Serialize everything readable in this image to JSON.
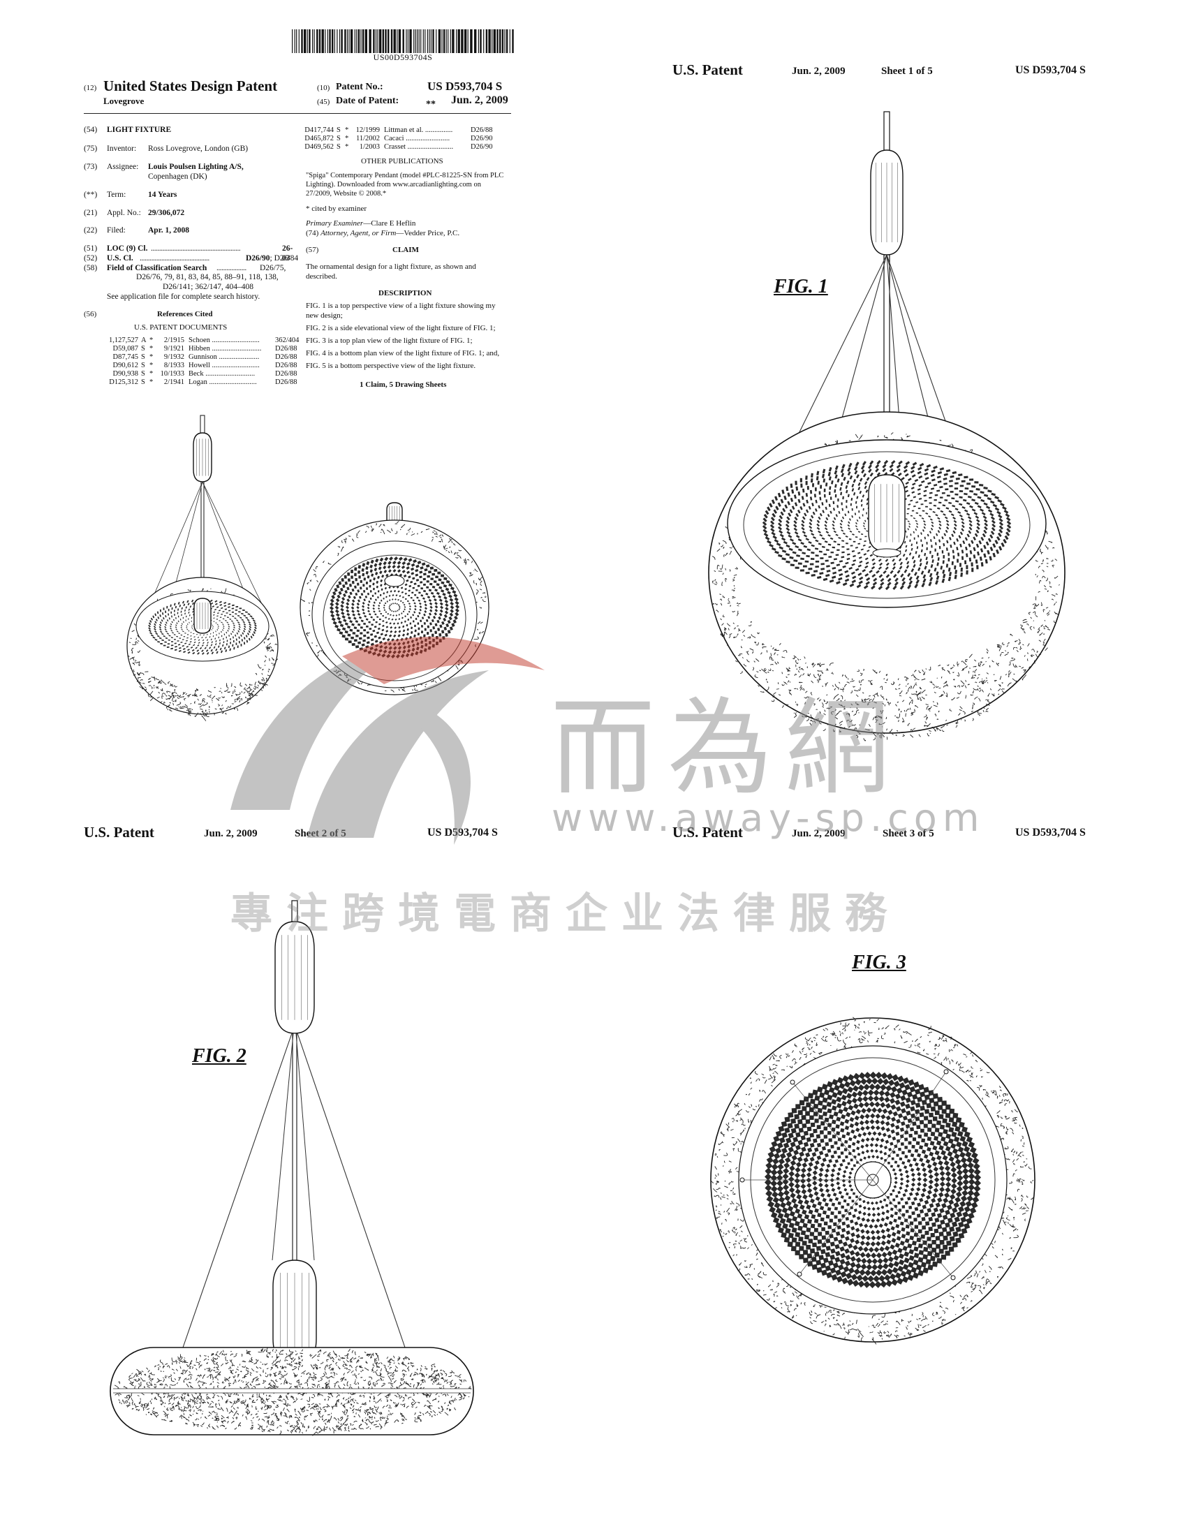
{
  "front": {
    "barcode_text": "US00D593704S",
    "code_12": "(12)",
    "doc_type": "United States Design Patent",
    "inventor_name_header": "Lovegrove",
    "code_10": "(10)",
    "patent_no_label": "Patent No.:",
    "patent_no": "US D593,704 S",
    "code_45": "(45)",
    "date_label": "Date of Patent:",
    "date_stars": "**",
    "date": "Jun. 2, 2009",
    "bib": [
      {
        "code": "(54)",
        "label": "",
        "value": "LIGHT FIXTURE"
      },
      {
        "code": "(75)",
        "label": "Inventor:",
        "value": "Ross Lovegrove, London (GB)"
      },
      {
        "code": "(73)",
        "label": "Assignee:",
        "value": "Louis Poulsen Lighting A/S,",
        "value2": "Copenhagen (DK)"
      },
      {
        "code": "(**)",
        "label": "Term:",
        "value": "14 Years"
      },
      {
        "code": "(21)",
        "label": "Appl. No.:",
        "value": "29/306,072"
      },
      {
        "code": "(22)",
        "label": "Filed:",
        "value": "Apr. 1, 2008"
      }
    ],
    "loc_code": "(51)",
    "loc_label": "LOC (9) Cl.",
    "loc_dots": "......................................................",
    "loc_value": "26-03",
    "uscl_code": "(52)",
    "uscl_label": "U.S. Cl.",
    "uscl_dots": "..........................................",
    "uscl_value": "D26/90; D26/84",
    "field_code": "(58)",
    "field_label": "Field of Classification Search",
    "field_dots": "..................",
    "field_l1": "D26/75,",
    "field_l2": "D26/76, 79, 81, 83, 84, 85, 88–91, 118, 138,",
    "field_l3": "D26/141;  362/147, 404–408",
    "field_l4": "See application file for complete search history.",
    "refs_code": "(56)",
    "refs_title": "References Cited",
    "refs_subtitle": "U.S. PATENT DOCUMENTS",
    "refs": [
      {
        "num": "1,127,527",
        "kind": "A",
        "star": "*",
        "date": "2/1915",
        "name": "Schoen",
        "dots": "..........................",
        "cls": "362/404"
      },
      {
        "num": "D59,087",
        "kind": "S",
        "star": "*",
        "date": "9/1921",
        "name": "Hibben",
        "dots": "...........................",
        "cls": "D26/88"
      },
      {
        "num": "D87,745",
        "kind": "S",
        "star": "*",
        "date": "9/1932",
        "name": "Gunnison",
        "dots": "......................",
        "cls": "D26/88"
      },
      {
        "num": "D90,612",
        "kind": "S",
        "star": "*",
        "date": "8/1933",
        "name": "Howell",
        "dots": "..........................",
        "cls": "D26/88"
      },
      {
        "num": "D90,938",
        "kind": "S",
        "star": "*",
        "date": "10/1933",
        "name": "Beck",
        "dots": "...........................",
        "cls": "D26/88"
      },
      {
        "num": "D125,312",
        "kind": "S",
        "star": "*",
        "date": "2/1941",
        "name": "Logan",
        "dots": "..........................",
        "cls": "D26/88"
      }
    ],
    "refs2": [
      {
        "num": "D417,744",
        "kind": "S",
        "star": "*",
        "date": "12/1999",
        "name": "Littman et al.",
        "dots": "...............",
        "cls": "D26/88"
      },
      {
        "num": "D465,872",
        "kind": "S",
        "star": "*",
        "date": "11/2002",
        "name": "Cacaci",
        "dots": "........................",
        "cls": "D26/90"
      },
      {
        "num": "D469,562",
        "kind": "S",
        "star": "*",
        "date": "1/2003",
        "name": "Crasset",
        "dots": ".........................",
        "cls": "D26/90"
      }
    ],
    "other_pubs_title": "OTHER PUBLICATIONS",
    "other_pubs_l1": "\"Spiga\" Contemporary Pendant (model #PLC-81225-SN from PLC",
    "other_pubs_l2": "Lighting). Downloaded from www.arcadianlighting.com on",
    "other_pubs_l3": "27/2009, Website © 2008.*",
    "cited": "* cited by examiner",
    "examiner_label": "Primary Examiner",
    "examiner": "—Clare E Heflin",
    "attorney_code": "(74)",
    "attorney_label": "Attorney, Agent, or Firm",
    "attorney": "—Vedder Price, P.C.",
    "claim_code": "(57)",
    "claim_title": "CLAIM",
    "claim_l1": "The ornamental design for a light fixture, as shown and",
    "claim_l2": "described.",
    "desc_title": "DESCRIPTION",
    "desc": [
      "FIG. 1 is a top perspective view of a light fixture showing my",
      "new design;",
      "FIG. 2 is a side elevational view of the light fixture of FIG. 1;",
      "FIG. 3 is a top plan view of the light fixture of FIG. 1;",
      "FIG. 4 is a bottom plan view of the light fixture of FIG. 1; and,",
      "FIG. 5 is a bottom perspective view of the light fixture."
    ],
    "sheets": "1 Claim, 5 Drawing Sheets"
  },
  "sheet1": {
    "patent": "U.S. Patent",
    "date": "Jun. 2, 2009",
    "sheet": "Sheet 1 of 5",
    "no": "US D593,704 S",
    "fig": "FIG. 1"
  },
  "sheet2": {
    "patent": "U.S. Patent",
    "date": "Jun. 2, 2009",
    "sheet": "Sheet 2 of 5",
    "no": "US D593,704 S",
    "fig": "FIG. 2"
  },
  "sheet3": {
    "patent": "U.S. Patent",
    "date": "Jun. 2, 2009",
    "sheet": "Sheet 3 of 5",
    "no": "US D593,704 S",
    "fig": "FIG. 3"
  },
  "watermark": {
    "chinese": "而為網",
    "url": "www.away-sp.com",
    "slogan": "專注跨境電商企业法律服務",
    "logo_color": "#c0392b"
  }
}
